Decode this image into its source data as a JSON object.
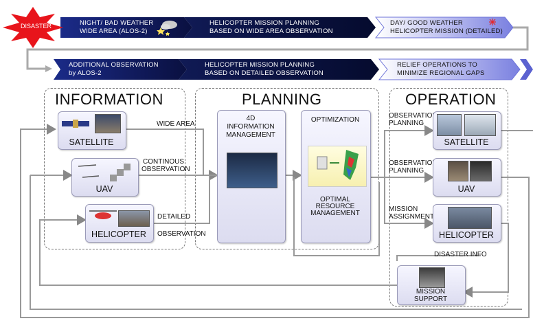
{
  "banner": {
    "disaster": "DISASTER",
    "row1": [
      {
        "line1": "NIGHT/ BAD WEATHER",
        "line2": "WIDE AREA (ALOS-2)"
      },
      {
        "line1": "HELICOPTER MISSION PLANNING",
        "line2": "BASED ON WIDE AREA OBSERVATION"
      },
      {
        "line1": "DAY/ GOOD WEATHER",
        "line2": "HELICOPTER MISSION (DETAILED)"
      }
    ],
    "row2": [
      {
        "line1": "ADDITIONAL OBSERVATION",
        "line2": "by ALOS-2"
      },
      {
        "line1": "HELICOPTER MISSION PLANNING",
        "line2": "BASED ON DETAILED OBSERVATION"
      },
      {
        "line1": "RELIEF OPERATIONS TO",
        "line2": "MINIMIZE REGIONAL GAPS"
      }
    ]
  },
  "sections": {
    "information": "INFORMATION",
    "planning": "PLANNING",
    "operation": "OPERATION"
  },
  "information": {
    "satellite": "SATELLITE",
    "uav": "UAV",
    "helicopter": "HELICOPTER",
    "wide_area": "WIDE AREA",
    "continous_1": "CONTINOUS",
    "continous_2": "OBSERVATION",
    "detailed": "DETAILED",
    "observation": "OBSERVATION"
  },
  "planning": {
    "info_mgmt_1": "4D",
    "info_mgmt_2": "INFORMATION",
    "info_mgmt_3": "MANAGEMENT",
    "optimization": "OPTIMIZATION",
    "optimal_1": "OPTIMAL",
    "optimal_2": "RESOURCE",
    "optimal_3": "MANAGEMENT"
  },
  "operation": {
    "obs_planning_1a": "OBSERVATION",
    "obs_planning_1b": "PLANNING",
    "satellite": "SATELLITE",
    "obs_planning_2a": "OBSERVATION",
    "obs_planning_2b": "PLANNING",
    "uav": "UAV",
    "mission_assign_a": "MISSION",
    "mission_assign_b": "ASSIGNMENT",
    "helicopter": "HELICOPTER",
    "disaster_info": "DISASTER INFO",
    "support_a": "MISSION",
    "support_b": "SUPPORT"
  },
  "colors": {
    "banner_dark": "#0b1a4e",
    "banner_light": "#6d73d8",
    "disaster_star": "#e8141b"
  }
}
